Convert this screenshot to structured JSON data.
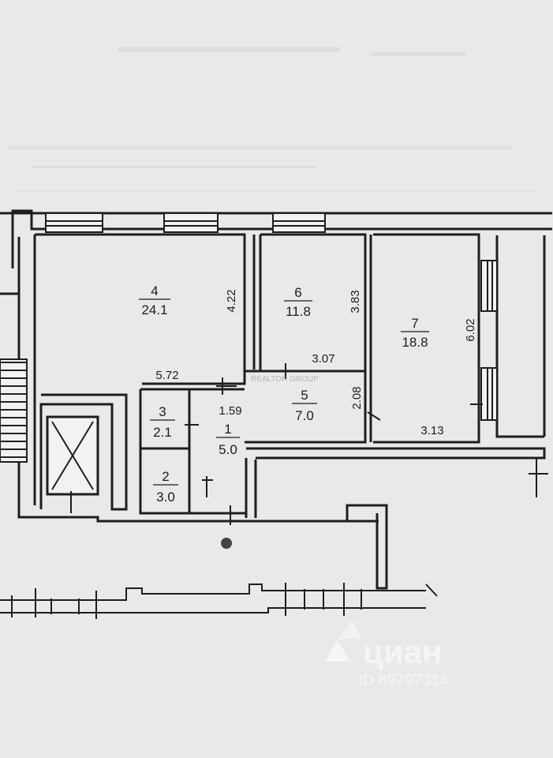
{
  "rooms": [
    {
      "number": "4",
      "area": "24.1"
    },
    {
      "number": "6",
      "area": "11.8"
    },
    {
      "number": "7",
      "area": "18.8"
    },
    {
      "number": "5",
      "area": "7.0"
    },
    {
      "number": "3",
      "area": "2.1"
    },
    {
      "number": "1",
      "area": "5.0"
    },
    {
      "number": "2",
      "area": "3.0"
    }
  ],
  "dimensions": {
    "room4_height": "4.22",
    "room4_width": "5.72",
    "room6_height": "3.83",
    "room6_width": "3.07",
    "room7_height": "6.02",
    "room7_width": "3.13",
    "room5_height": "2.08",
    "room1_width": "1.59"
  },
  "watermarks": {
    "center": "REALTOR GROUP",
    "brand": "циан",
    "id": "ID 89797314"
  }
}
